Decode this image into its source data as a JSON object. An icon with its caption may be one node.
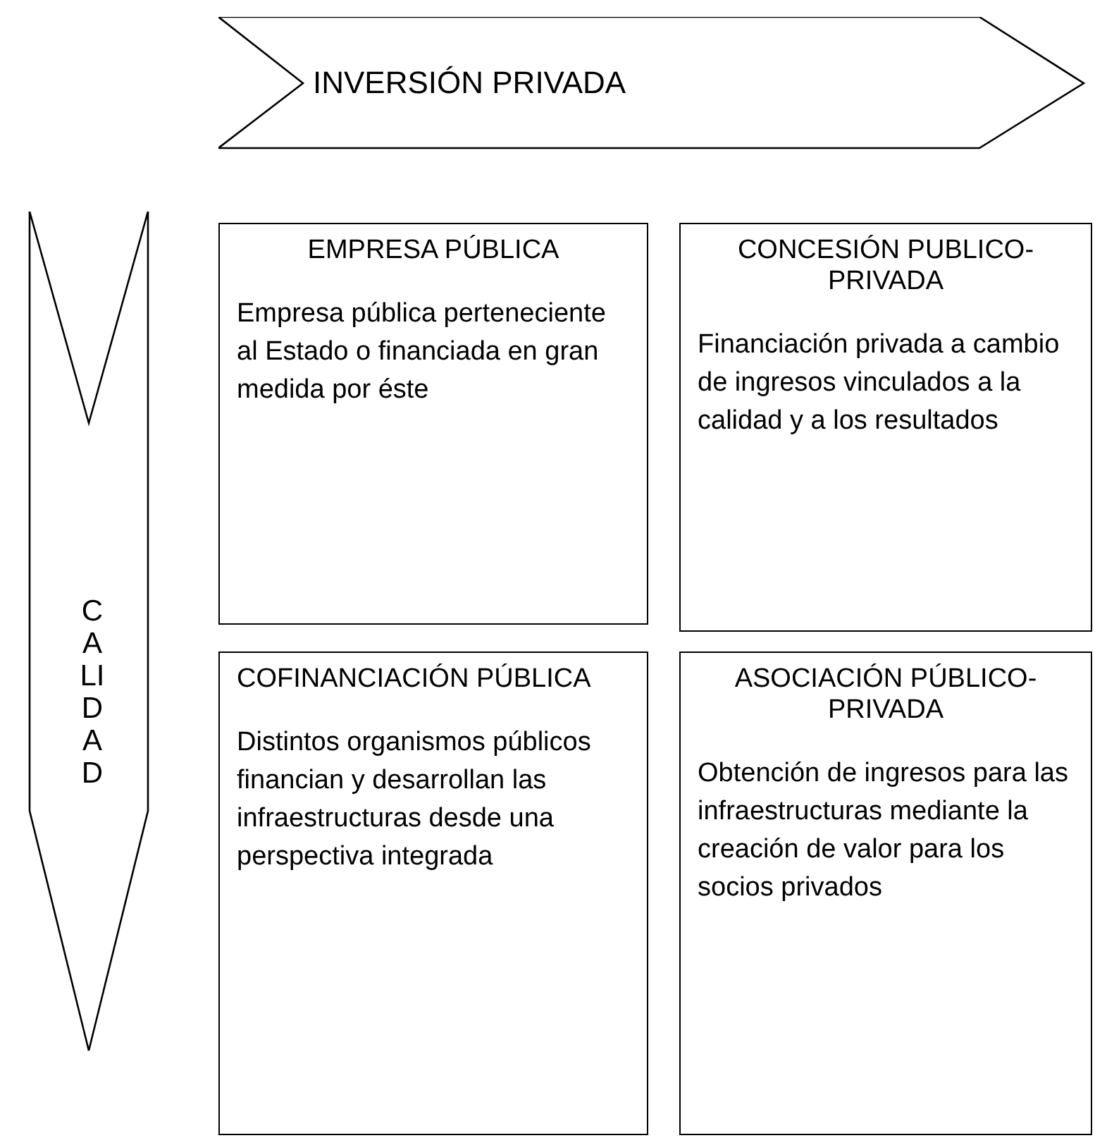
{
  "diagram": {
    "nodes": [
      {
        "text": [
          "INVERSIÓN PRIVADA"
        ]
      },
      {
        "text": [
          "CALIDAD"
        ]
      },
      {
        "text": [
          "EMPRESA PÚBLICA",
          "Empresa pública perteneciente al Estado o financiada en gran medida por éste"
        ]
      },
      {
        "text": [
          "CONCESIÓN PUBLICO-PRIVADA",
          "Financiación privada a  cambio de ingresos vinculados a la calidad y a los resultados"
        ]
      },
      {
        "text": [
          "COFINANCIACIÓN PÚBLICA",
          "Distintos organismos públicos financian y desarrollan las infraestructuras desde una perspectiva integrada"
        ]
      },
      {
        "text": [
          "ASOCIACIÓN PÚBLICO-PRIVADA",
          "Obtención de ingresos para las infraestructuras mediante la creación de valor para los socios privados"
        ]
      }
    ]
  }
}
